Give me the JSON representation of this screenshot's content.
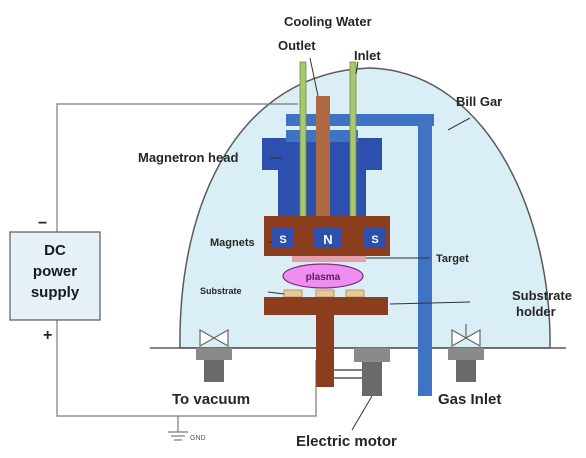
{
  "labels": {
    "cooling_water": "Cooling Water",
    "outlet": "Outlet",
    "inlet": "Inlet",
    "bell_jar": "Bill Gar",
    "magnetron_head": "Magnetron head",
    "magnets": "Magnets",
    "magnet_s_left": "S",
    "magnet_n": "N",
    "magnet_s_right": "S",
    "target": "Target",
    "plasma": "plasma",
    "substrate": "Substrate",
    "substrate_holder_line1": "Substrate",
    "substrate_holder_line2": "holder",
    "to_vacuum": "To vacuum",
    "gas_inlet": "Gas Inlet",
    "electric_motor": "Electric motor",
    "gnd": "GND",
    "psu_line1": "DC",
    "psu_line2": "power",
    "psu_line3": "supply",
    "minus": "−",
    "plus": "+"
  },
  "colors": {
    "bell_fill": "#d9eef5",
    "bell_stroke": "#5a5a5a",
    "gas_pipe": "#3f73c4",
    "magnetron": "#2d4fae",
    "brown": "#8b3e1d",
    "cooling_tube": "#a8c870",
    "plasma_fill": "#f08df0",
    "target": "#e3a0a8",
    "valve": "#8a8a8a",
    "psu_fill": "#e6f2f7"
  }
}
